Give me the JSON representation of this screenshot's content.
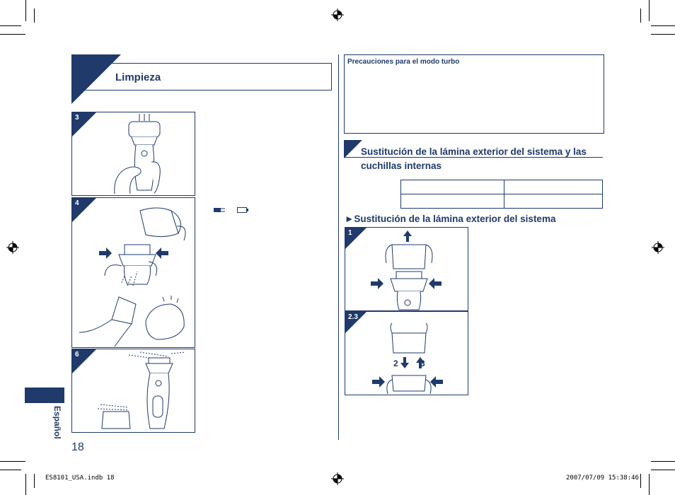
{
  "left": {
    "section_title": "Limpieza",
    "steps": [
      "3",
      "4",
      "6"
    ]
  },
  "right": {
    "precautions_title": "Precauciones para el modo turbo",
    "section2_title": "Sustitución de la lámina exterior del sistema y las cuchillas internas",
    "subsection_title": "►Sustitución de la lámina exterior del sistema",
    "steps": [
      "1",
      "2.3"
    ],
    "arrow_label_2": "2",
    "arrow_label_3": "3"
  },
  "side_tab": "Español",
  "page_number": "18",
  "footer": {
    "file": "ES8101_USA.indb   18",
    "timestamp": "2007/07/09   15:38:46"
  },
  "colors": {
    "navy": "#1f3a6b"
  }
}
